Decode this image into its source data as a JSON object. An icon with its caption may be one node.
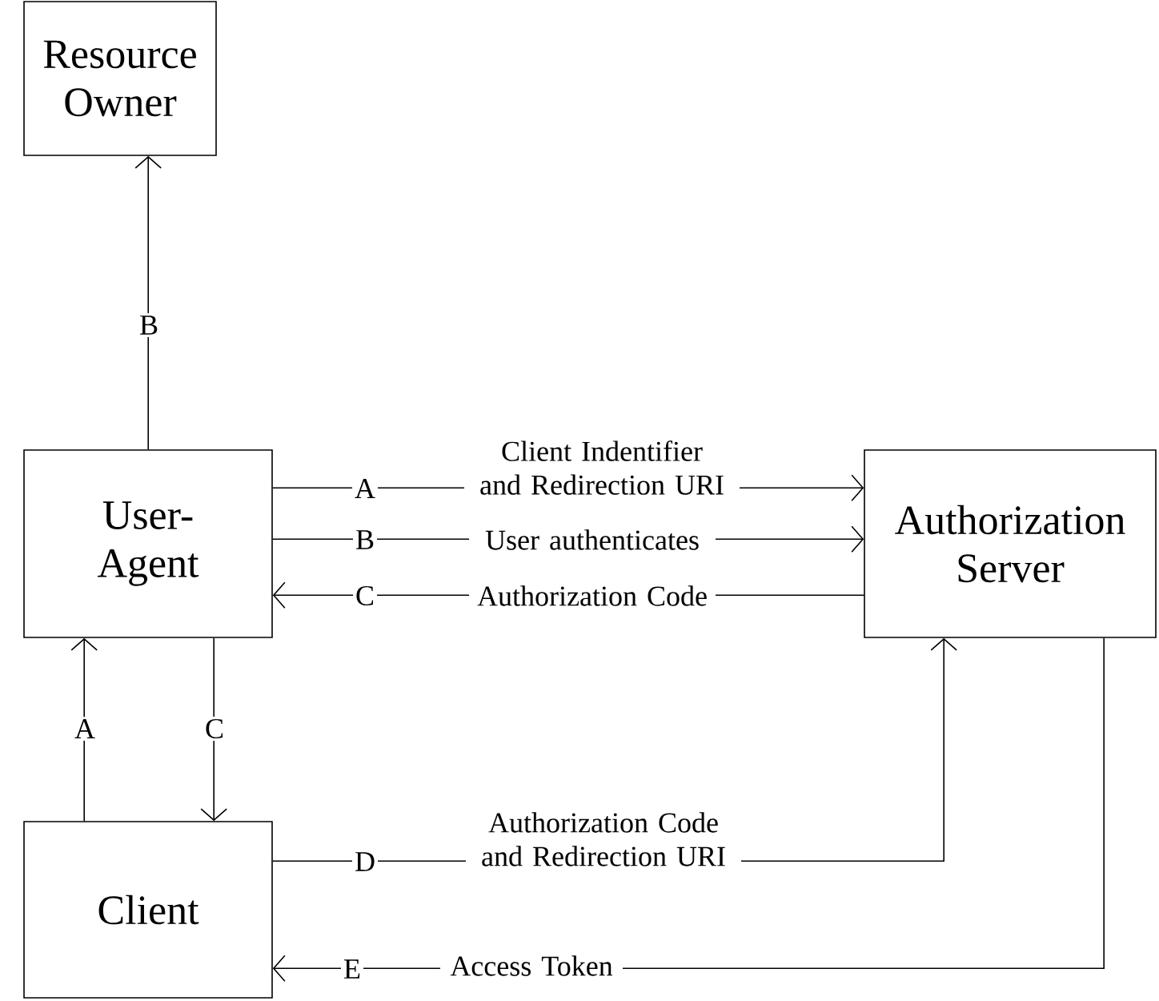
{
  "diagram": {
    "nodes": [
      {
        "text": [
          "Resource Owner"
        ]
      },
      {
        "text": [
          "User-Agent"
        ]
      },
      {
        "text": [
          "Authorization Server"
        ]
      },
      {
        "text": [
          "Client"
        ]
      }
    ],
    "edges": [
      {
        "from": 1,
        "to": 0,
        "arrow": "to",
        "label": "B"
      },
      {
        "from": 1,
        "to": 2,
        "arrow": "to",
        "label": "A"
      },
      {
        "from": 1,
        "to": 2,
        "arrow": "to",
        "label": "B"
      },
      {
        "from": 2,
        "to": 1,
        "arrow": "to",
        "label": "C"
      },
      {
        "from": 3,
        "to": 1,
        "arrow": "to",
        "label": "A"
      },
      {
        "from": 1,
        "to": 3,
        "arrow": "to",
        "label": "C"
      },
      {
        "from": 3,
        "to": 2,
        "arrow": "to",
        "label": "D"
      },
      {
        "from": 2,
        "to": 3,
        "arrow": "to",
        "label": "E"
      }
    ],
    "labels": [
      "Client Indentifier and Redirection URI",
      "User authenticates",
      "Authorization Code",
      "Authorization Code and Redirection URI",
      "Access Token"
    ]
  }
}
